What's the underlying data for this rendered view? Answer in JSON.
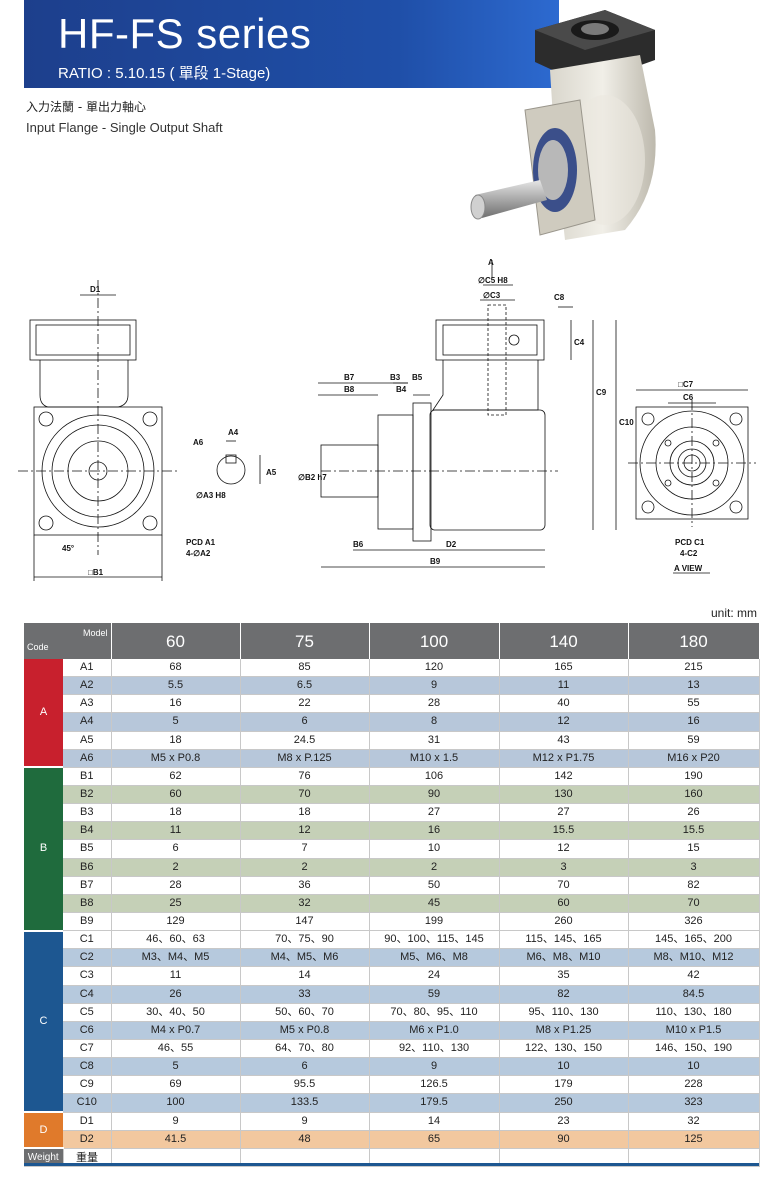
{
  "header": {
    "title": "HF-FS series",
    "ratio": "RATIO : 5.10.15 ( 單段 1-Stage)"
  },
  "subtitle": {
    "zh": "入力法蘭 - 單出力軸心",
    "en": "Input Flange - Single Output Shaft"
  },
  "drawing": {
    "labels": {
      "d1": "D1",
      "a4": "A4",
      "a6": "A6",
      "a5": "A5",
      "a3": "∅A3 H8",
      "angle": "45°",
      "b1": "□B1",
      "pcd_a1": "PCD A1",
      "a2": "4-∅A2",
      "a": "A",
      "c5": "∅C5 H8",
      "c3": "∅C3",
      "c8": "C8",
      "c4": "C4",
      "c9": "C9",
      "c10": "C10",
      "b7": "B7",
      "b8": "B8",
      "b3": "B3",
      "b5": "B5",
      "b4": "B4",
      "b2": "∅B2 h7",
      "b6": "B6",
      "d2": "D2",
      "b9": "B9",
      "c7": "□C7",
      "c6": "C6",
      "pcd_c1": "PCD C1",
      "c2": "4-C2",
      "a_view": "A VIEW"
    }
  },
  "unit": "unit: mm",
  "table": {
    "corner_model": "Model",
    "corner_code": "Code",
    "models": [
      "60",
      "75",
      "100",
      "140",
      "180"
    ],
    "groups": [
      {
        "name": "A",
        "rows": [
          {
            "code": "A1",
            "values": [
              "68",
              "85",
              "120",
              "165",
              "215"
            ]
          },
          {
            "code": "A2",
            "values": [
              "5.5",
              "6.5",
              "9",
              "11",
              "13"
            ]
          },
          {
            "code": "A3",
            "values": [
              "16",
              "22",
              "28",
              "40",
              "55"
            ]
          },
          {
            "code": "A4",
            "values": [
              "5",
              "6",
              "8",
              "12",
              "16"
            ]
          },
          {
            "code": "A5",
            "values": [
              "18",
              "24.5",
              "31",
              "43",
              "59"
            ]
          },
          {
            "code": "A6",
            "values": [
              "M5 x P0.8",
              "M8 x P.125",
              "M10 x 1.5",
              "M12 x P1.75",
              "M16 x P20"
            ]
          }
        ]
      },
      {
        "name": "B",
        "rows": [
          {
            "code": "B1",
            "values": [
              "62",
              "76",
              "106",
              "142",
              "190"
            ]
          },
          {
            "code": "B2",
            "values": [
              "60",
              "70",
              "90",
              "130",
              "160"
            ]
          },
          {
            "code": "B3",
            "values": [
              "18",
              "18",
              "27",
              "27",
              "26"
            ]
          },
          {
            "code": "B4",
            "values": [
              "11",
              "12",
              "16",
              "15.5",
              "15.5"
            ]
          },
          {
            "code": "B5",
            "values": [
              "6",
              "7",
              "10",
              "12",
              "15"
            ]
          },
          {
            "code": "B6",
            "values": [
              "2",
              "2",
              "2",
              "3",
              "3"
            ]
          },
          {
            "code": "B7",
            "values": [
              "28",
              "36",
              "50",
              "70",
              "82"
            ]
          },
          {
            "code": "B8",
            "values": [
              "25",
              "32",
              "45",
              "60",
              "70"
            ]
          },
          {
            "code": "B9",
            "values": [
              "129",
              "147",
              "199",
              "260",
              "326"
            ]
          }
        ]
      },
      {
        "name": "C",
        "rows": [
          {
            "code": "C1",
            "values": [
              "46、60、63",
              "70、75、90",
              "90、100、115、145",
              "115、145、165",
              "145、165、200"
            ]
          },
          {
            "code": "C2",
            "values": [
              "M3、M4、M5",
              "M4、M5、M6",
              "M5、M6、M8",
              "M6、M8、M10",
              "M8、M10、M12"
            ]
          },
          {
            "code": "C3",
            "values": [
              "11",
              "14",
              "24",
              "35",
              "42"
            ]
          },
          {
            "code": "C4",
            "values": [
              "26",
              "33",
              "59",
              "82",
              "84.5"
            ]
          },
          {
            "code": "C5",
            "values": [
              "30、40、50",
              "50、60、70",
              "70、80、95、110",
              "95、110、130",
              "110、130、180"
            ]
          },
          {
            "code": "C6",
            "values": [
              "M4 x P0.7",
              "M5 x P0.8",
              "M6 x P1.0",
              "M8 x P1.25",
              "M10 x P1.5"
            ]
          },
          {
            "code": "C7",
            "values": [
              "46、55",
              "64、70、80",
              "92、110、130",
              "122、130、150",
              "146、150、190"
            ]
          },
          {
            "code": "C8",
            "values": [
              "5",
              "6",
              "9",
              "10",
              "10"
            ]
          },
          {
            "code": "C9",
            "values": [
              "69",
              "95.5",
              "126.5",
              "179",
              "228"
            ]
          },
          {
            "code": "C10",
            "values": [
              "100",
              "133.5",
              "179.5",
              "250",
              "323"
            ]
          }
        ]
      },
      {
        "name": "D",
        "rows": [
          {
            "code": "D1",
            "values": [
              "9",
              "9",
              "14",
              "23",
              "32"
            ]
          },
          {
            "code": "D2",
            "values": [
              "41.5",
              "48",
              "65",
              "90",
              "125"
            ]
          }
        ]
      }
    ],
    "weight": {
      "label": "Weight",
      "code": "重量",
      "values": [
        "",
        "",
        "",
        "",
        ""
      ]
    }
  },
  "colors": {
    "header_blue": "#1f4fa8",
    "group_a": "#c8202d",
    "group_b": "#1f6b3d",
    "group_c": "#1d5791",
    "group_d": "#e07a2b",
    "header_gray": "#6d6e70"
  }
}
